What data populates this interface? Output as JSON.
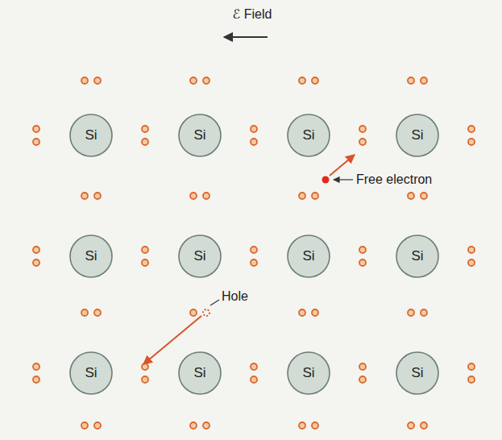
{
  "diagram": {
    "nodes": [
      {
        "text": [
          "Si"
        ]
      },
      {
        "text": [
          "Si"
        ]
      },
      {
        "text": [
          "Si"
        ]
      },
      {
        "text": [
          "Si"
        ]
      },
      {
        "text": [
          "Si"
        ]
      },
      {
        "text": [
          "Si"
        ]
      },
      {
        "text": [
          "Si"
        ]
      },
      {
        "text": [
          "Si"
        ]
      },
      {
        "text": [
          "Si"
        ]
      },
      {
        "text": [
          "Si"
        ]
      },
      {
        "text": [
          "Si"
        ]
      },
      {
        "text": [
          "Si"
        ]
      }
    ],
    "labels": [
      "ℰ Field",
      "Free electron",
      "Hole"
    ]
  }
}
